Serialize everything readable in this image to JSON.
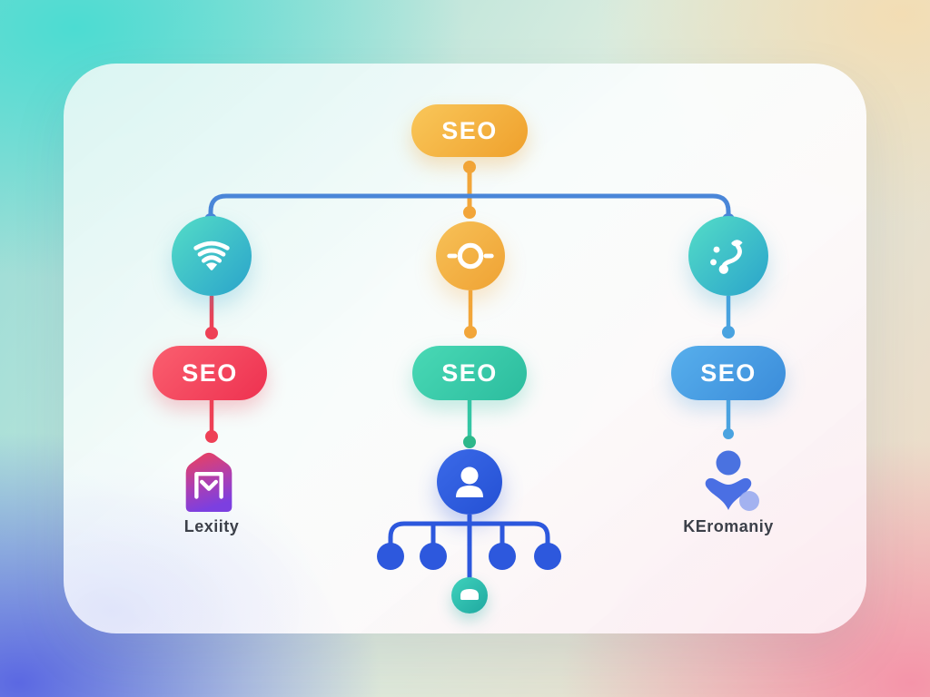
{
  "diagram": {
    "type": "tree",
    "root": {
      "label": "SEO",
      "color": "#f0a32f",
      "shape": "pill"
    },
    "connector_colors": {
      "root_stem": "#f2a63a",
      "main_branch": "#4a86d8",
      "left_branch": "#ee4156",
      "center_branch_top": "#f2a63a",
      "center_branch_bottom": "#35c7a5",
      "center_subtree": "#2d58dd",
      "right_branch": "#4aa3e0"
    },
    "columns": [
      {
        "name": "left",
        "top_icon": "wifi-icon",
        "top_icon_color": "#3fc9c9",
        "pill": {
          "label": "SEO",
          "color": "#ee4156"
        },
        "leaf_icon": "inbox-envelope-icon",
        "leaf_icon_colors": [
          "#ef4058",
          "#7c3fe0"
        ],
        "caption": "Lexiity"
      },
      {
        "name": "center",
        "top_icon": "target-focus-icon",
        "top_icon_color": "#efa233",
        "pill": {
          "label": "SEO",
          "color": "#35c7a5"
        },
        "leaf_icon": "person-icon",
        "leaf_icon_color": "#2d5ce0",
        "child_nodes": 4,
        "sub_leaf_icon": "cloud-icon",
        "sub_leaf_color": "#2fbfb0"
      },
      {
        "name": "right",
        "top_icon": "note-glyph-icon",
        "top_icon_color": "#3fc9c9",
        "pill": {
          "label": "SEO",
          "color": "#4aa3e0"
        },
        "leaf_icon": "care-person-icon",
        "leaf_icon_color": "#4a6fe3",
        "caption": "KEromaniy"
      }
    ]
  }
}
